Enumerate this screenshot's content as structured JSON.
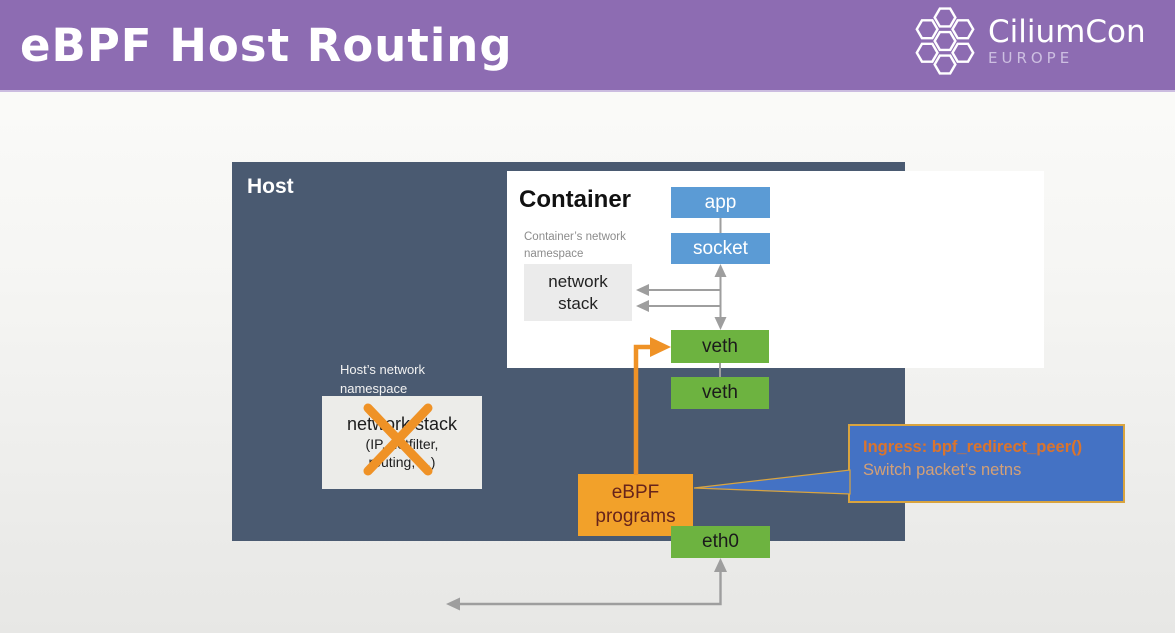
{
  "header": {
    "title": "eBPF Host Routing",
    "logo_brand": "CiliumCon",
    "logo_sub": "EUROPE"
  },
  "host": {
    "label": "Host",
    "namespace_line1": "Host’s network",
    "namespace_line2": "namespace",
    "stack_title": "network stack",
    "stack_detail_line1": "(IP, netfilter,",
    "stack_detail_line2": "routing, ...)"
  },
  "container": {
    "title": "Container",
    "namespace_line1": "Container’s network",
    "namespace_line2": "namespace",
    "stack_line1": "network",
    "stack_line2": "stack",
    "app_label": "app",
    "socket_label": "socket",
    "veth_label": "veth"
  },
  "host_devices": {
    "veth_label": "veth",
    "eth0_label": "eth0",
    "ebpf_line1": "eBPF",
    "ebpf_line2": "programs"
  },
  "callout": {
    "line1": "Ingress: bpf_redirect_peer()",
    "line2": "Switch packet’s netns"
  },
  "colors": {
    "header_purple": "#8d6cb2",
    "host_background": "#4a5a71",
    "box_blue": "#5b9bd5",
    "box_green": "#6db340",
    "box_orange": "#f2a12a",
    "callout_blue": "#4472c4",
    "callout_border": "#d9a43f",
    "callout_text_orange": "#d9742e",
    "arrow_gray": "#9e9e9e",
    "accent_orange": "#ef9226"
  }
}
